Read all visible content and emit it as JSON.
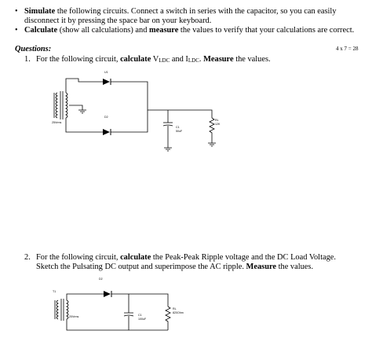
{
  "instructions": {
    "bullet_glyph": "•",
    "item1_bold": "Simulate",
    "item1_text_a": " the following circuits. Connect a switch in series with the capacitor, so you can easily",
    "item1_text_b": "disconnect it by pressing the space bar on your keyboard.",
    "item2_bold_a": "Calculate",
    "item2_text_a": " (show all calculations) and ",
    "item2_bold_b": "measure",
    "item2_text_b": " the values to verify that your calculations are correct."
  },
  "questions": {
    "heading": "Questions:",
    "marks": "4 x 7 = 28",
    "q1": {
      "number": "1.",
      "text_a": "For the following circuit, ",
      "bold_a": "calculate",
      "text_b": " V",
      "sub_a": "LDC",
      "text_c": " and I",
      "sub_b": "LDC",
      "text_d": ". ",
      "bold_b": "Measure",
      "text_e": " the values."
    },
    "q2": {
      "number": "2.",
      "line1_a": "For the following circuit, ",
      "line1_bold": "calculate",
      "line1_b": " the Peak-Peak Ripple voltage and the DC Load Voltage.",
      "line2_a": "Sketch the Pulsating DC output and superimpose the AC ripple. ",
      "line2_bold": "Measure",
      "line2_b": " the values."
    }
  },
  "circuit1": {
    "diode_top": "U1",
    "diode_bottom": "D2",
    "transformer_turns": "25Vrms",
    "capacitor_name": "C1",
    "capacitor_value": "50uF",
    "resistor_name": "RL",
    "resistor_value": "12K"
  },
  "circuit2": {
    "diode": "D2",
    "transformer": "T1",
    "transformer_turns": "20Vrms",
    "capacitor_name": "C1",
    "capacitor_value": "100uF",
    "resistor_name": "RL",
    "resistor_value": "820Ohm"
  }
}
